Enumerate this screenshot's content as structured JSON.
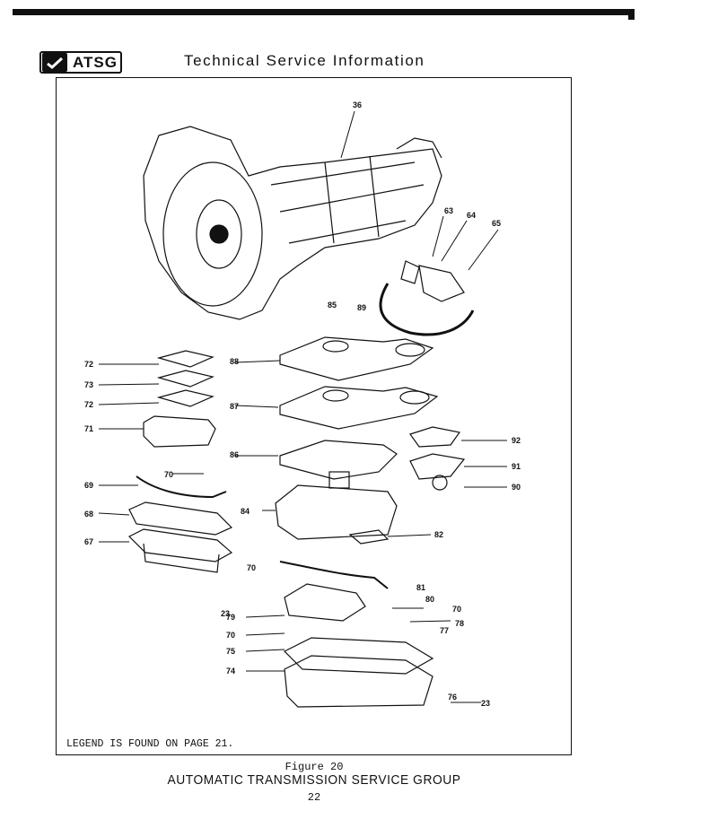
{
  "header": {
    "logo_text": "ATSG",
    "title": "Technical Service Information"
  },
  "diagram": {
    "callouts": [
      "36",
      "63",
      "64",
      "65",
      "85",
      "89",
      "88",
      "87",
      "86",
      "84",
      "72",
      "73",
      "72",
      "71",
      "70",
      "69",
      "68",
      "67",
      "92",
      "91",
      "90",
      "82",
      "81",
      "80",
      "70",
      "78",
      "77",
      "76",
      "23",
      "70",
      "23",
      "79",
      "70",
      "75",
      "74"
    ]
  },
  "legend_note": "LEGEND IS FOUND ON PAGE 21.",
  "figure_caption": "Figure 20",
  "organization": "AUTOMATIC TRANSMISSION SERVICE GROUP",
  "page_number": "22"
}
